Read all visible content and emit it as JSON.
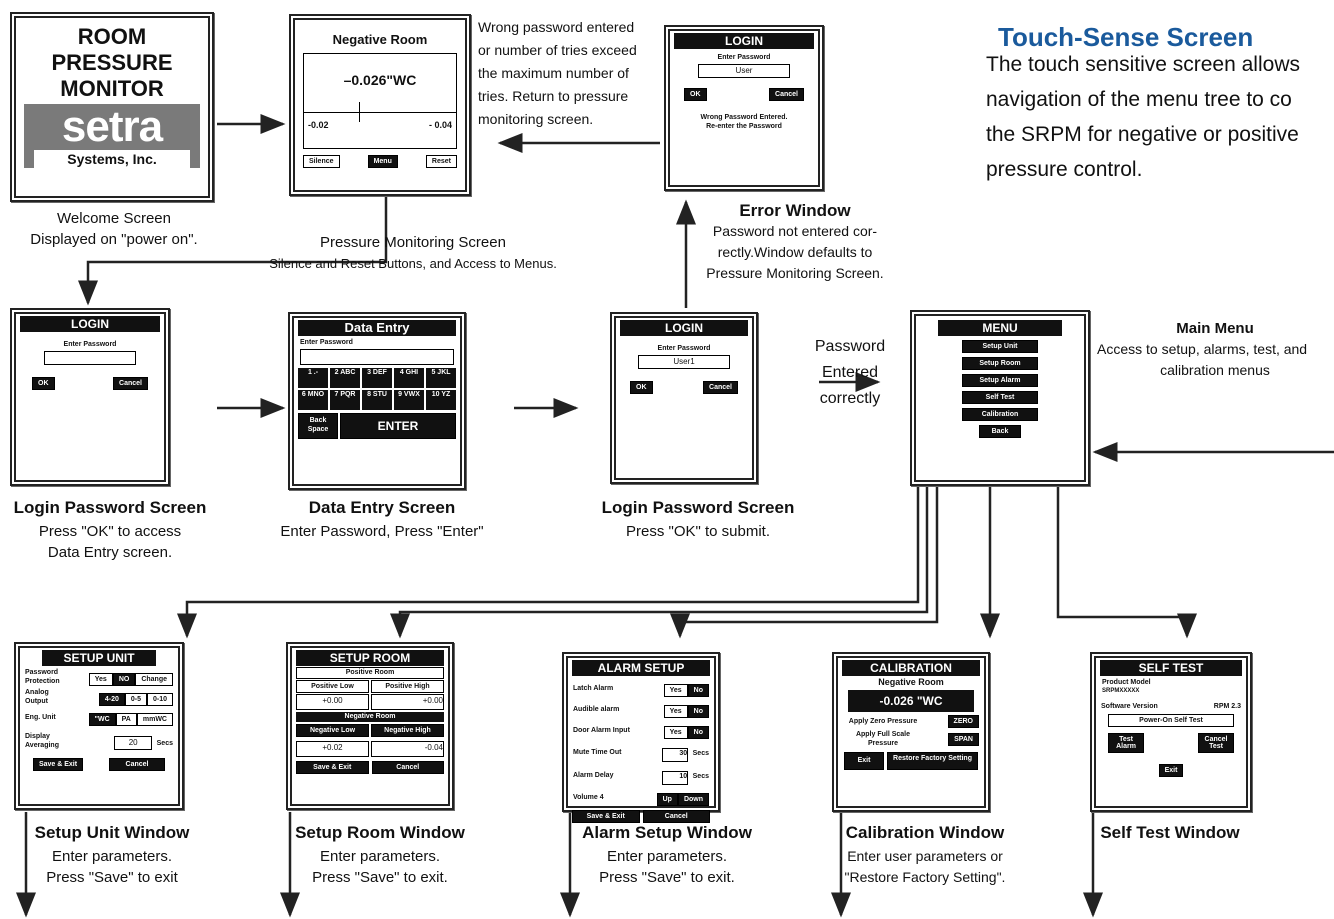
{
  "header": {
    "title": "Touch-Sense Screen",
    "description": "The touch sensitive screen allows\nnavigation of the menu tree to co\nthe SRPM  for negative or positive\npressure control."
  },
  "welcome": {
    "screen_lines": [
      "ROOM",
      "PRESSURE",
      "MONITOR"
    ],
    "logo": "setra",
    "logo_sub": "Systems, Inc.",
    "caption": [
      "Welcome Screen",
      "Displayed on \"power on\"."
    ]
  },
  "monitor": {
    "title": "Negative Room",
    "value": "–0.026\"WC",
    "low": "-0.02",
    "high": "- 0.04",
    "buttons": [
      "Silence",
      "Menu",
      "Reset"
    ],
    "caption": [
      "Pressure Monitoring Screen",
      "Silence and Reset Buttons, and Access to Menus."
    ]
  },
  "wrong_pw_note": [
    "Wrong password entered",
    "or number of tries exceed",
    "the maximum number of",
    "tries. Return to pressure",
    "monitoring screen."
  ],
  "error_window": {
    "bar": "LOGIN",
    "label": "Enter Password",
    "value": "User",
    "ok": "OK",
    "cancel": "Cancel",
    "msg": "Wrong Password Entered. Re-enter the Password",
    "title": "Error Window",
    "caption": [
      "Password not entered cor-",
      "rectly.Window defaults to",
      "Pressure Monitoring Screen."
    ]
  },
  "login1": {
    "bar": "LOGIN",
    "label": "Enter Password",
    "ok": "OK",
    "cancel": "Cancel",
    "title": "Login Password Screen",
    "caption": [
      "Press \"OK\" to access",
      "Data Entry screen."
    ]
  },
  "data_entry": {
    "bar": "Data Entry",
    "label": "Enter Password",
    "keys": [
      "1 .-",
      "2 ABC",
      "3 DEF",
      "4 GHI",
      "5 JKL",
      "6 MNO",
      "7 PQR",
      "8 STU",
      "9 VWX",
      "10 YZ"
    ],
    "back": "Back Space",
    "enter": "ENTER",
    "title": "Data Entry Screen",
    "caption": [
      "Enter Password, Press \"Enter\""
    ]
  },
  "login2": {
    "bar": "LOGIN",
    "label": "Enter Password",
    "value": "User1",
    "ok": "OK",
    "cancel": "Cancel",
    "title": "Login Password Screen",
    "caption": [
      "Press \"OK\" to submit."
    ]
  },
  "pw_correct": [
    "Password",
    "Entered",
    "correctly"
  ],
  "main_menu": {
    "bar": "MENU",
    "items": [
      "Setup Unit",
      "Setup Room",
      "Setup Alarm",
      "Self Test",
      "Calibration",
      "Back"
    ],
    "title": "Main Menu",
    "caption": [
      "Access to setup, alarms, test, and",
      "calibration menus"
    ]
  },
  "setup_unit": {
    "bar": "SETUP UNIT",
    "rows": [
      "Password Protection",
      "Analog Output",
      "Eng. Unit",
      "Display Averaging"
    ],
    "opts1": [
      "Yes",
      "NO",
      "Change"
    ],
    "opts2": [
      "4-20",
      "0-5",
      "0-10"
    ],
    "opts3": [
      "\"WC",
      "PA",
      "mmWC"
    ],
    "avg": "20",
    "secs": "Secs",
    "save": "Save & Exit",
    "cancel": "Cancel",
    "title": "Setup Unit Window",
    "caption": [
      "Enter parameters.",
      "Press \"Save\" to exit"
    ]
  },
  "setup_room": {
    "bar": "SETUP ROOM",
    "pos": "Positive Room",
    "pos_low": "Positive Low",
    "pos_high": "Positive High",
    "pos_low_v": "+0.00",
    "pos_high_v": "+0.00",
    "neg": "Negative Room",
    "neg_low": "Negative Low",
    "neg_high": "Negative High",
    "neg_low_v": "+0.02",
    "neg_high_v": "-0.04",
    "save": "Save & Exit",
    "cancel": "Cancel",
    "title": "Setup Room Window",
    "caption": [
      "Enter parameters.",
      "Press \"Save\"  to  exit."
    ]
  },
  "alarm_setup": {
    "bar": "ALARM SETUP",
    "rows": [
      "Latch Alarm",
      "Audible alarm",
      "Door Alarm Input",
      "Mute Time Out",
      "Alarm Delay",
      "Volume"
    ],
    "yes": "Yes",
    "no": "No",
    "mute_v": "30",
    "delay_v": "10",
    "secs": "Secs",
    "vol": "4",
    "up": "Up",
    "down": "Down",
    "save": "Save & Exit",
    "cancel": "Cancel",
    "title": "Alarm Setup Window",
    "caption": [
      "Enter parameters.",
      "Press \"Save\" to exit."
    ]
  },
  "calibration": {
    "bar": "CALIBRATION",
    "sub": "Negative Room",
    "value": "-0.026  \"WC",
    "zero_lbl": "Apply Zero Pressure",
    "zero": "ZERO",
    "span_lbl": "Apply Full Scale Pressure",
    "span": "SPAN",
    "exit": "Exit",
    "restore": "Restore Factory Setting",
    "title": "Calibration Window",
    "caption": [
      "Enter user parameters or",
      "\"Restore Factory Setting\"."
    ]
  },
  "self_test": {
    "bar": "SELF TEST",
    "model_lbl": "Product Model",
    "model": "SRPMXXXXX",
    "sw_lbl": "Software Version",
    "sw": "RPM 2.3",
    "pot": "Power-On Self Test",
    "test_alarm": "Test Alarm",
    "cancel_test": "Cancel Test",
    "exit": "Exit",
    "title": "Self Test Window"
  }
}
